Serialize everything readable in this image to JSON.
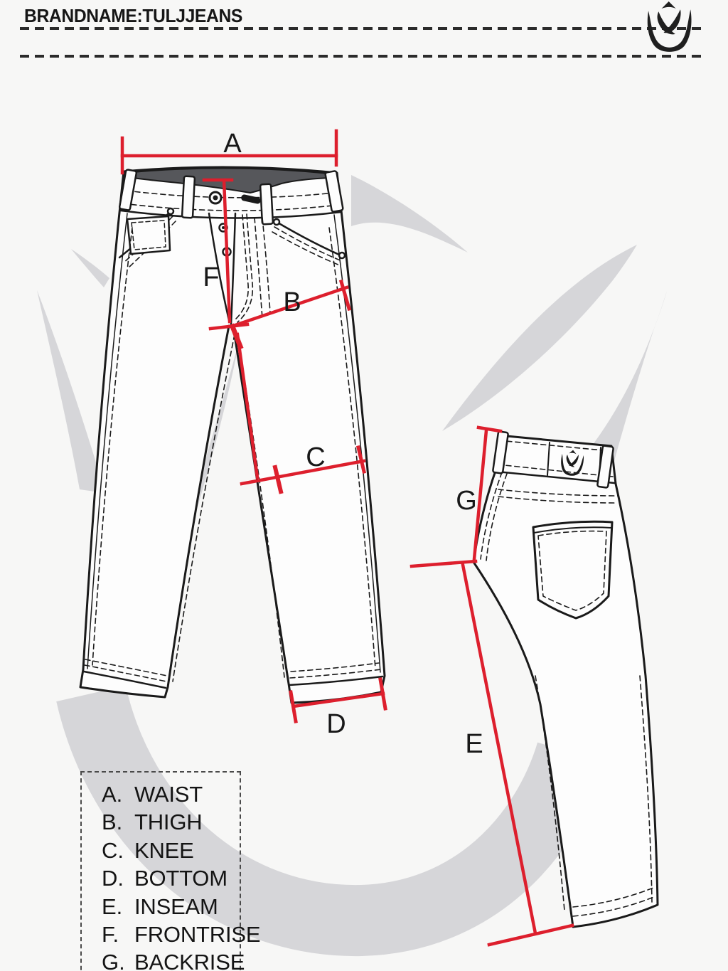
{
  "header": {
    "brand_label": "BRANDNAME:TULJJEANS",
    "logo_icon": "tulip-logo"
  },
  "diagram": {
    "description": "jeans measurement guide, front and back flat sketches with red measurement lines",
    "watermark_icon": "tulip-watermark",
    "back_patch_icon": "tulip-logo-patch",
    "labels": {
      "a": "A",
      "b": "B",
      "c": "C",
      "d": "D",
      "e": "E",
      "f": "F",
      "g": "G"
    },
    "colors": {
      "measure_red": "#dd1f2d",
      "line_black": "#1a1a1a",
      "waistband_gray": "#56575b",
      "watermark_gray": "#d6d6d9",
      "background": "#f7f7f6"
    }
  },
  "legend": {
    "items": [
      {
        "letter": "A.",
        "name": "WAIST"
      },
      {
        "letter": "B.",
        "name": "THIGH"
      },
      {
        "letter": "C.",
        "name": "KNEE"
      },
      {
        "letter": "D.",
        "name": "BOTTOM"
      },
      {
        "letter": "E.",
        "name": "INSEAM"
      },
      {
        "letter": "F.",
        "name": "FRONTRISE"
      },
      {
        "letter": "G.",
        "name": "BACKRISE"
      }
    ]
  }
}
